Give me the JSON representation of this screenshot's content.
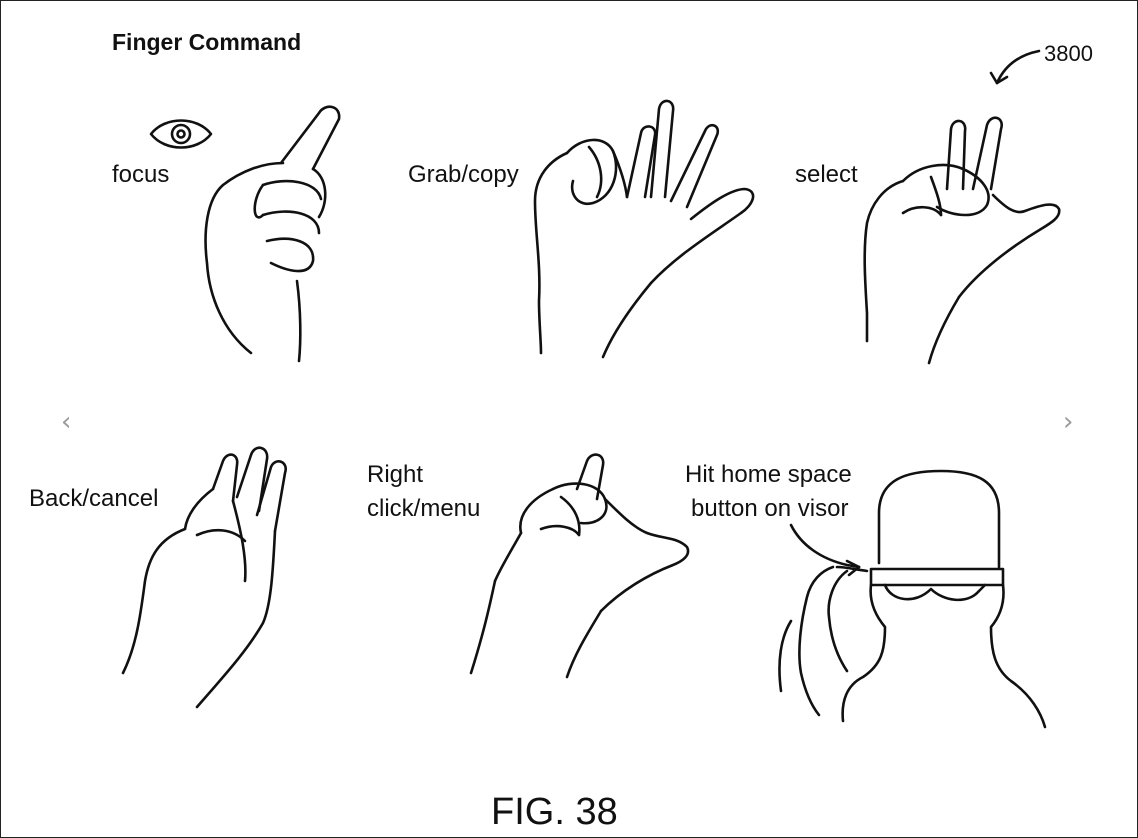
{
  "figure": {
    "title": "Finger Command",
    "reference_number": "3800",
    "caption": "FIG. 38"
  },
  "gestures": [
    {
      "label": "focus"
    },
    {
      "label": "Grab/copy"
    },
    {
      "label": "select"
    },
    {
      "label": "Back/cancel"
    },
    {
      "label_line1": "Right",
      "label_line2": "click/menu"
    },
    {
      "label_line1": "Hit home space",
      "label_line2": "button on visor"
    }
  ],
  "navigation": {
    "prev_glyph": "‹",
    "next_glyph": "›"
  },
  "icons": [
    "eye-icon",
    "arrow-icon",
    "chevron-left-icon",
    "chevron-right-icon"
  ]
}
